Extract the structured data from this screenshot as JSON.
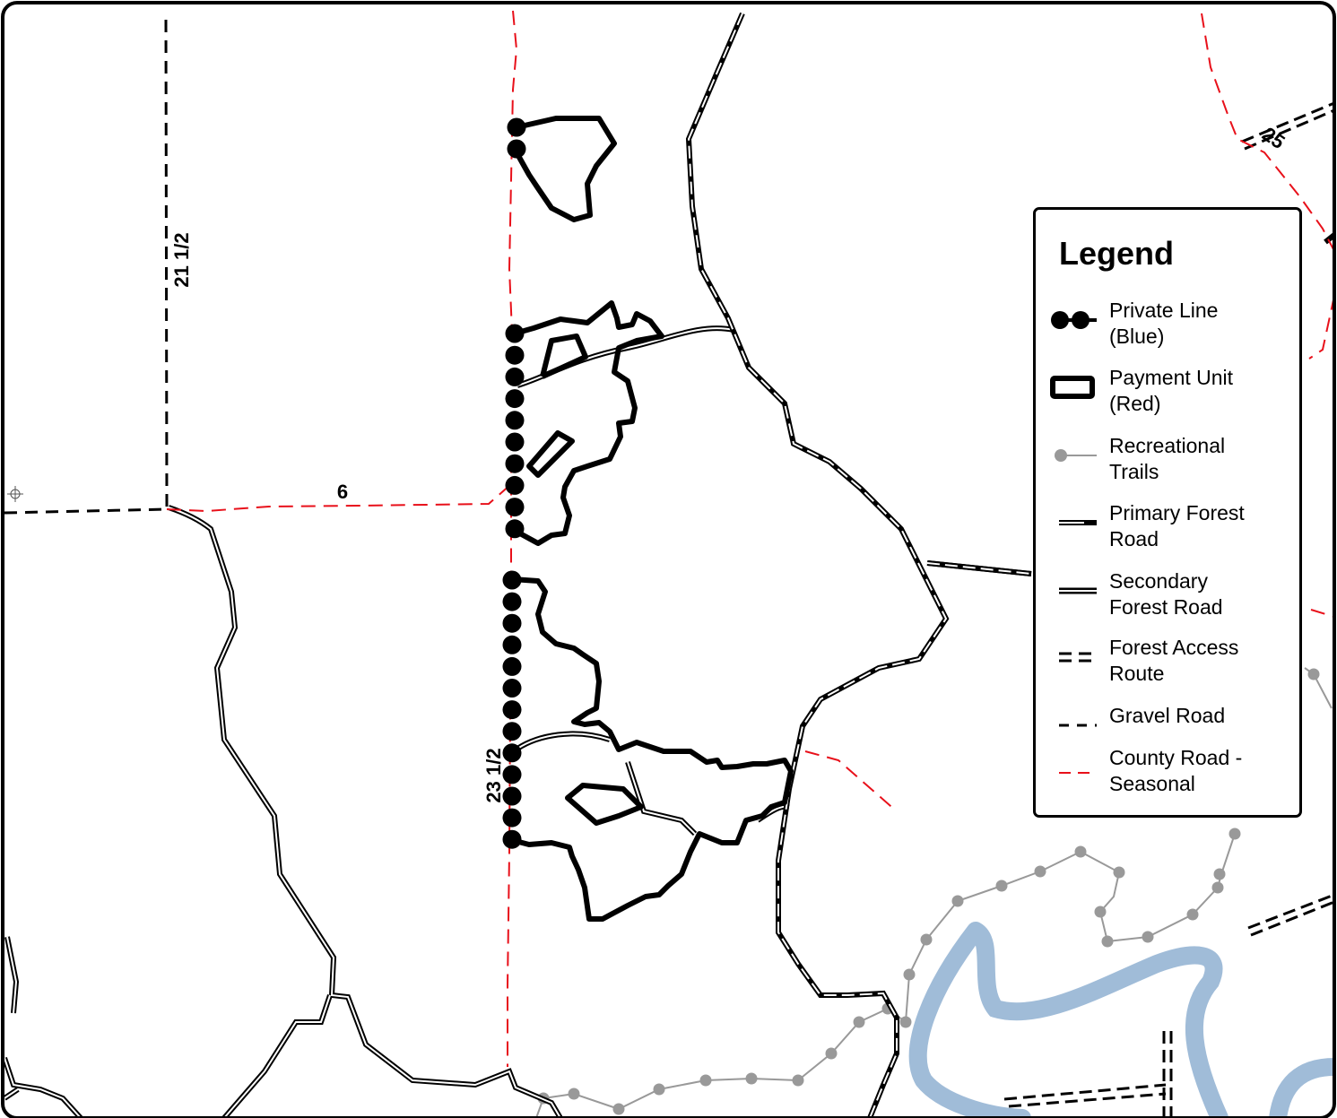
{
  "road_labels": {
    "gravel_road_north": "21 1/2",
    "county_road_west": "6",
    "private_line_road": "23 1/2",
    "northeast_road": "25"
  },
  "legend": {
    "title": "Legend",
    "items": [
      {
        "key": "private-line",
        "line1": "Private Line",
        "line2": "(Blue)"
      },
      {
        "key": "payment-unit",
        "line1": "Payment Unit",
        "line2": "(Red)"
      },
      {
        "key": "recreational-trails",
        "line1": "Recreational",
        "line2": "Trails"
      },
      {
        "key": "primary-forest-road",
        "line1": "Primary Forest",
        "line2": "Road"
      },
      {
        "key": "secondary-forest-road",
        "line1": "Secondary",
        "line2": "Forest Road"
      },
      {
        "key": "forest-access-route",
        "line1": "Forest Access",
        "line2": "Route"
      },
      {
        "key": "gravel-road",
        "line1": "Gravel Road",
        "line2": ""
      },
      {
        "key": "county-road-seasonal",
        "line1": "County Road -",
        "line2": "Seasonal"
      }
    ]
  },
  "colors": {
    "county_road": "#e8101a",
    "trail": "#999999",
    "river": "#a0bcd8",
    "outline": "#000000"
  }
}
